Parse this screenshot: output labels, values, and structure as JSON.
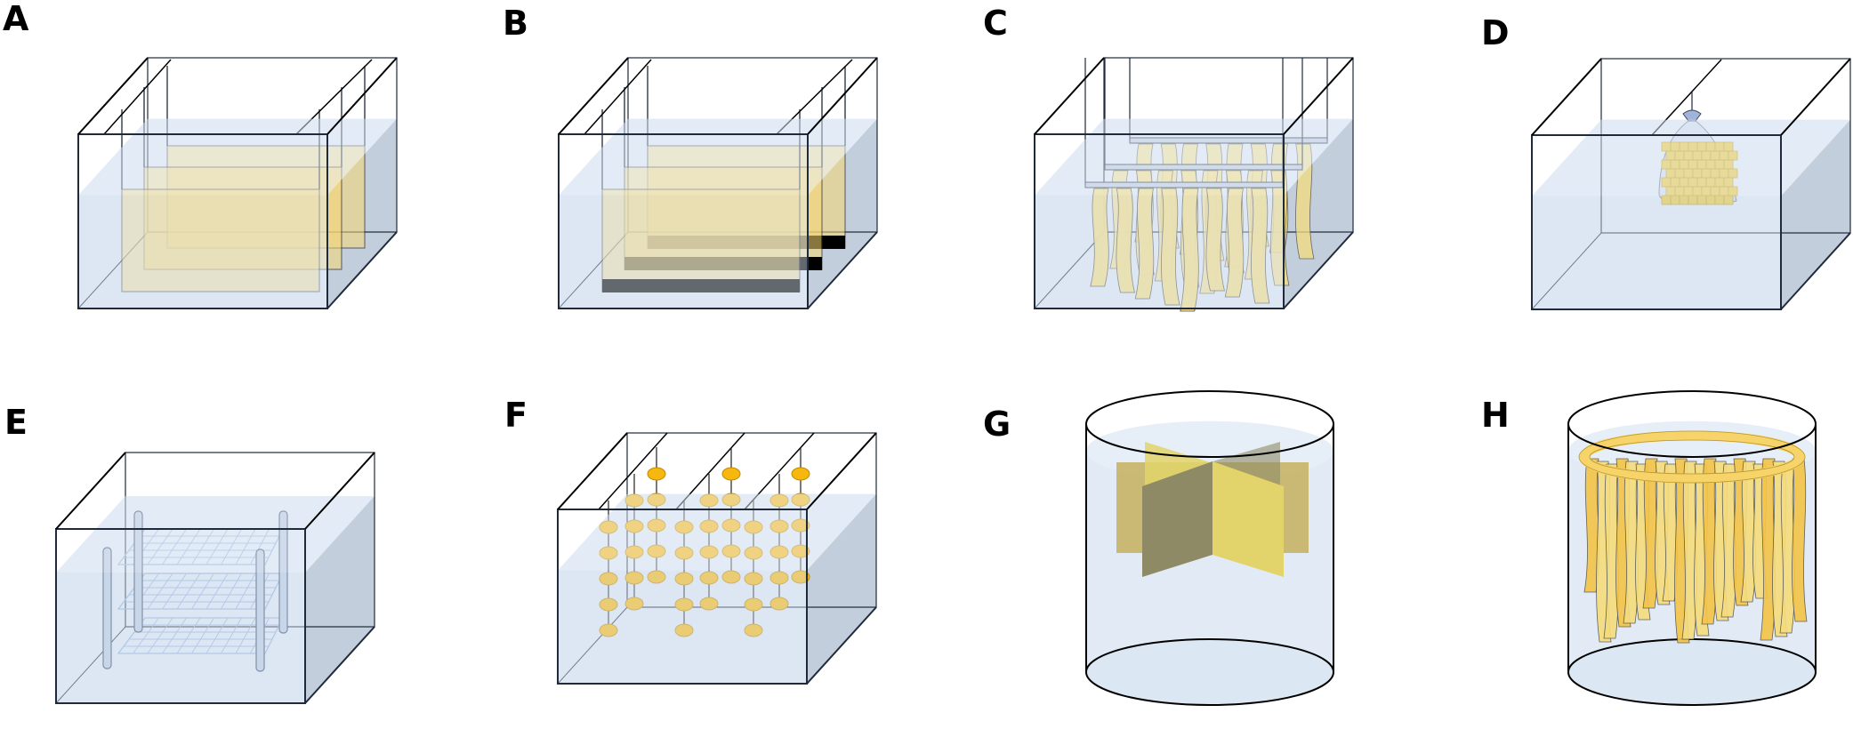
{
  "figure": {
    "colors": {
      "water": "#dbe6f3",
      "water_side": "#c3cedc",
      "edge": "#1f2a3a",
      "plate": "#f7d873",
      "plate_edge": "#2a2a2a",
      "black_bar": "#000000",
      "strip": "#f5dc7e",
      "rod": "#b8c8e0",
      "bead": "#f6b70e",
      "mesh": "#8fb0dd",
      "cross_dark": "#8e8a66",
      "cross_light": "#e2d36a",
      "cross_mid": "#c7b466",
      "ring": "#f7d46a"
    },
    "panels": [
      {
        "id": "A",
        "label": "A",
        "kind": "tank-plates"
      },
      {
        "id": "B",
        "label": "B",
        "kind": "tank-plates-weighted"
      },
      {
        "id": "C",
        "label": "C",
        "kind": "tank-strips"
      },
      {
        "id": "D",
        "label": "D",
        "kind": "tank-bag"
      },
      {
        "id": "E",
        "label": "E",
        "kind": "tank-mesh"
      },
      {
        "id": "F",
        "label": "F",
        "kind": "tank-beads"
      },
      {
        "id": "G",
        "label": "G",
        "kind": "cylinder-cross"
      },
      {
        "id": "H",
        "label": "H",
        "kind": "cylinder-ring-strips"
      }
    ]
  }
}
